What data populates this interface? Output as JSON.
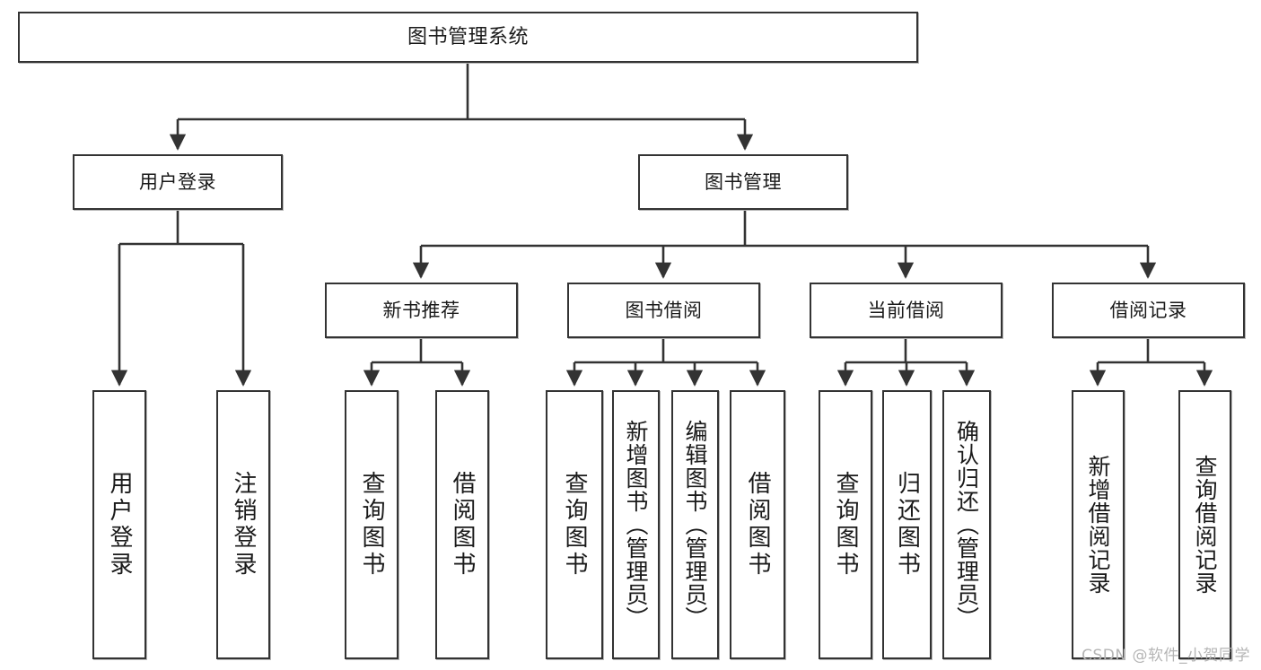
{
  "diagram": {
    "title": "图书管理系统",
    "type": "tree-hierarchy",
    "orientation": "top-down",
    "colors": {
      "node_border": "#333333",
      "node_fill": "#ffffff",
      "edge": "#333333",
      "text": "#1a1a1a",
      "watermark": "#b5b5b5"
    },
    "watermark": "CSDN @软件_小贺同学",
    "levels": {
      "root": {
        "label": "图书管理系统"
      },
      "level2": [
        {
          "id": "user-login",
          "label": "用户登录"
        },
        {
          "id": "book-manage",
          "label": "图书管理"
        }
      ],
      "level3": [
        {
          "id": "new-book-rec",
          "label": "新书推荐"
        },
        {
          "id": "book-borrow",
          "label": "图书借阅"
        },
        {
          "id": "current-borrow",
          "label": "当前借阅"
        },
        {
          "id": "borrow-record",
          "label": "借阅记录"
        }
      ],
      "leaves": {
        "user-login": [
          {
            "id": "leaf-user-login",
            "label": "用户登录"
          },
          {
            "id": "leaf-logout-login",
            "label": "注销登录"
          }
        ],
        "new-book-rec": [
          {
            "id": "leaf-query-book-1",
            "label": "查询图书"
          },
          {
            "id": "leaf-borrow-book-1",
            "label": "借阅图书"
          }
        ],
        "book-borrow": [
          {
            "id": "leaf-query-book-2",
            "label": "查询图书"
          },
          {
            "id": "leaf-add-book",
            "label": "新增图书（管理员）"
          },
          {
            "id": "leaf-edit-book",
            "label": "编辑图书（管理员）"
          },
          {
            "id": "leaf-borrow-book-2",
            "label": "借阅图书"
          }
        ],
        "current-borrow": [
          {
            "id": "leaf-query-book-3",
            "label": "查询图书"
          },
          {
            "id": "leaf-return-book",
            "label": "归还图书"
          },
          {
            "id": "leaf-confirm-return",
            "label": "确认归还（管理员）"
          }
        ],
        "borrow-record": [
          {
            "id": "leaf-add-record",
            "label": "新增借阅记录"
          },
          {
            "id": "leaf-query-record",
            "label": "查询借阅记录"
          }
        ]
      }
    }
  }
}
